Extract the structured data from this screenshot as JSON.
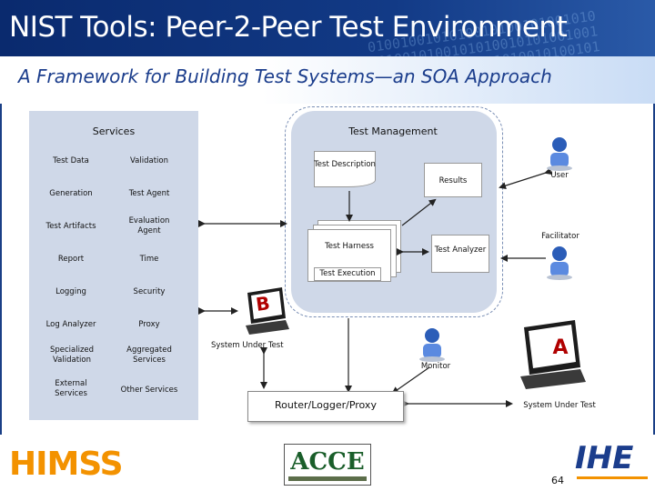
{
  "header": {
    "title": "NIST Tools:  Peer-2-Peer Test Environment",
    "subtitle": "A Framework for Building Test Systems—an SOA Approach"
  },
  "services": {
    "heading": "Services",
    "items": [
      "Test Data",
      "Validation",
      "Generation",
      "Test Agent",
      "Test Artifacts",
      "Evaluation Agent",
      "Report",
      "Time",
      "Logging",
      "Security",
      "Log Analyzer",
      "Proxy",
      "Specialized Validation",
      "Aggregated Services",
      "External Services",
      "Other Services"
    ]
  },
  "test_management": {
    "heading": "Test Management",
    "test_description": "Test Description",
    "results": "Results",
    "test_harness": "Test Harness",
    "test_execution": "Test Execution",
    "test_analyzer": "Test Analyzer"
  },
  "actors": {
    "user": "User",
    "facilitator": "Facilitator",
    "monitor": "Monitor"
  },
  "systems": {
    "sut_b_label": "System Under Test",
    "sut_b_letter": "B",
    "sut_a_label": "System Under Test",
    "sut_a_letter": "A",
    "router": "Router/Logger/Proxy"
  },
  "footer": {
    "himss": "HIMSS",
    "acce": "ACCE",
    "ihe": "IHE",
    "page_number": "64"
  },
  "colors": {
    "title_bg": "#0a2a6e",
    "subtitle_text": "#1b3d8c",
    "panel": "#cfd8e8",
    "himss_orange": "#f39200",
    "letter_red": "#b00000",
    "ihe_blue": "#1b3d8c"
  },
  "icons": [
    "person-icon",
    "computer-icon",
    "arrow-icon",
    "binary-pattern"
  ]
}
